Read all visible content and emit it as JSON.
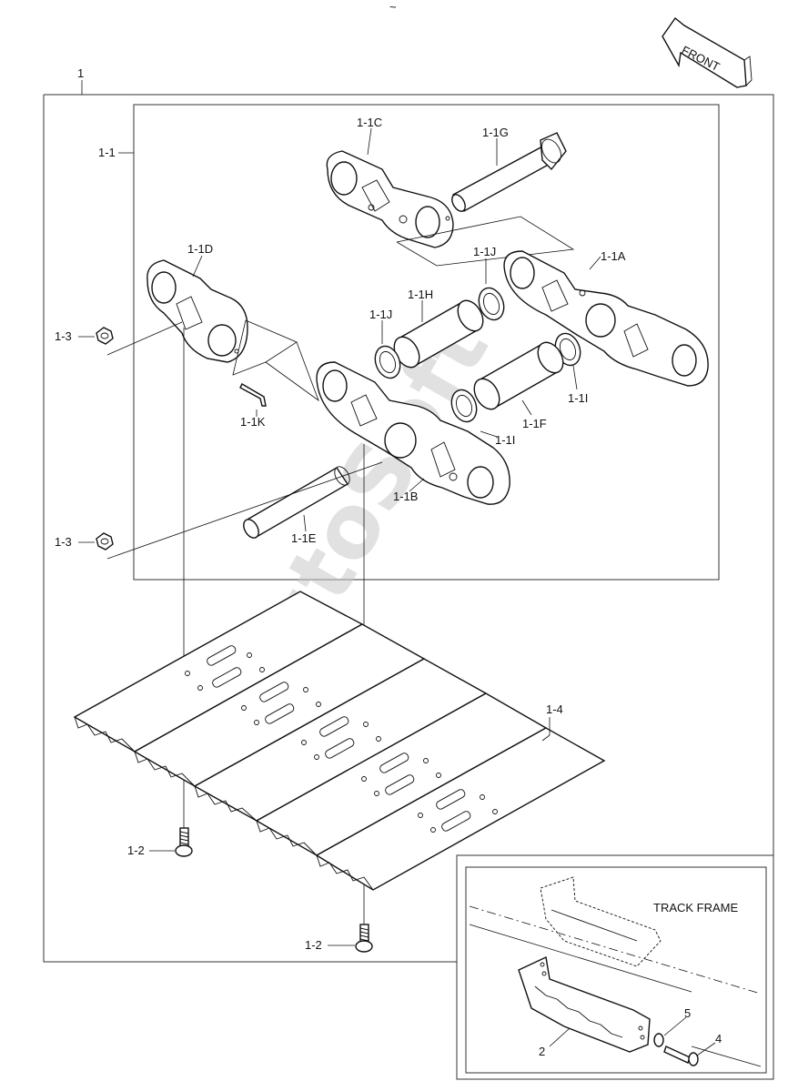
{
  "drawing": {
    "direction_label": "FRONT",
    "assembly_label": "1",
    "sub_assembly_label": "1-1",
    "inset_title": "TRACK FRAME",
    "watermark": "AutoSoft",
    "header_mark": "~"
  },
  "callouts": {
    "c_1_1C": "1-1C",
    "c_1_1G": "1-1G",
    "c_1_1D": "1-1D",
    "c_1_1J_top": "1-1J",
    "c_1_1A": "1-1A",
    "c_1_1H": "1-1H",
    "c_1_1J_left": "1-1J",
    "c_1_3_top": "1-3",
    "c_1_1I_right": "1-1I",
    "c_1_1F": "1-1F",
    "c_1_1K": "1-1K",
    "c_1_1I_mid": "1-1I",
    "c_1_1B": "1-1B",
    "c_1_1E": "1-1E",
    "c_1_3_bottom": "1-3",
    "c_1_4": "1-4",
    "c_1_2_left": "1-2",
    "c_1_2_bottom": "1-2",
    "c_2": "2",
    "c_4": "4",
    "c_5": "5"
  },
  "colors": {
    "line": "#111111",
    "watermark": "#c8c8c8",
    "background": "#ffffff"
  }
}
